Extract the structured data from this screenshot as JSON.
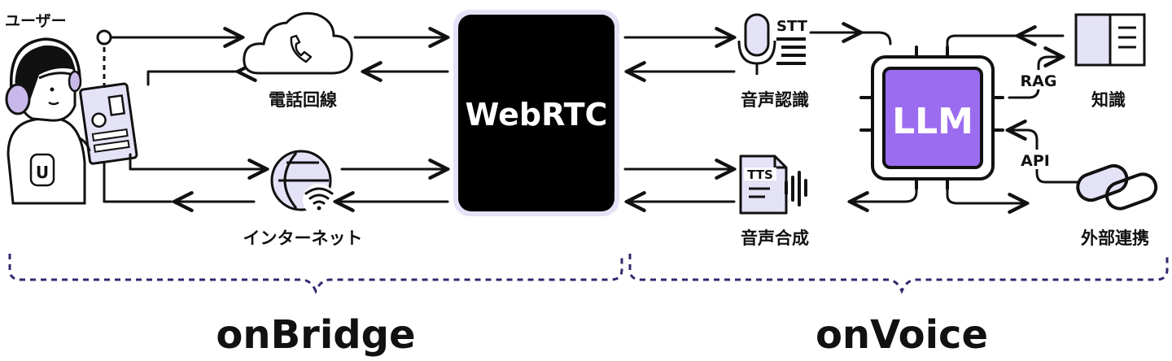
{
  "user": {
    "label": "ユーザー",
    "badge": "U"
  },
  "nodes": {
    "phone_line": "電話回線",
    "internet": "インターネット",
    "webrtc": "WebRTC",
    "stt_tag": "STT",
    "stt": "音声認識",
    "tts_tag": "TTS",
    "tts": "音声合成",
    "llm": "LLM",
    "knowledge": "知識",
    "external": "外部連携"
  },
  "edges": {
    "rag": "RAG",
    "api": "API"
  },
  "groups": {
    "left": "onBridge",
    "right": "onVoice"
  },
  "colors": {
    "accent_purple": "#9b6cf0",
    "light_purple": "#e4e2f6",
    "brace": "#2d2a6e",
    "black": "#000000"
  }
}
